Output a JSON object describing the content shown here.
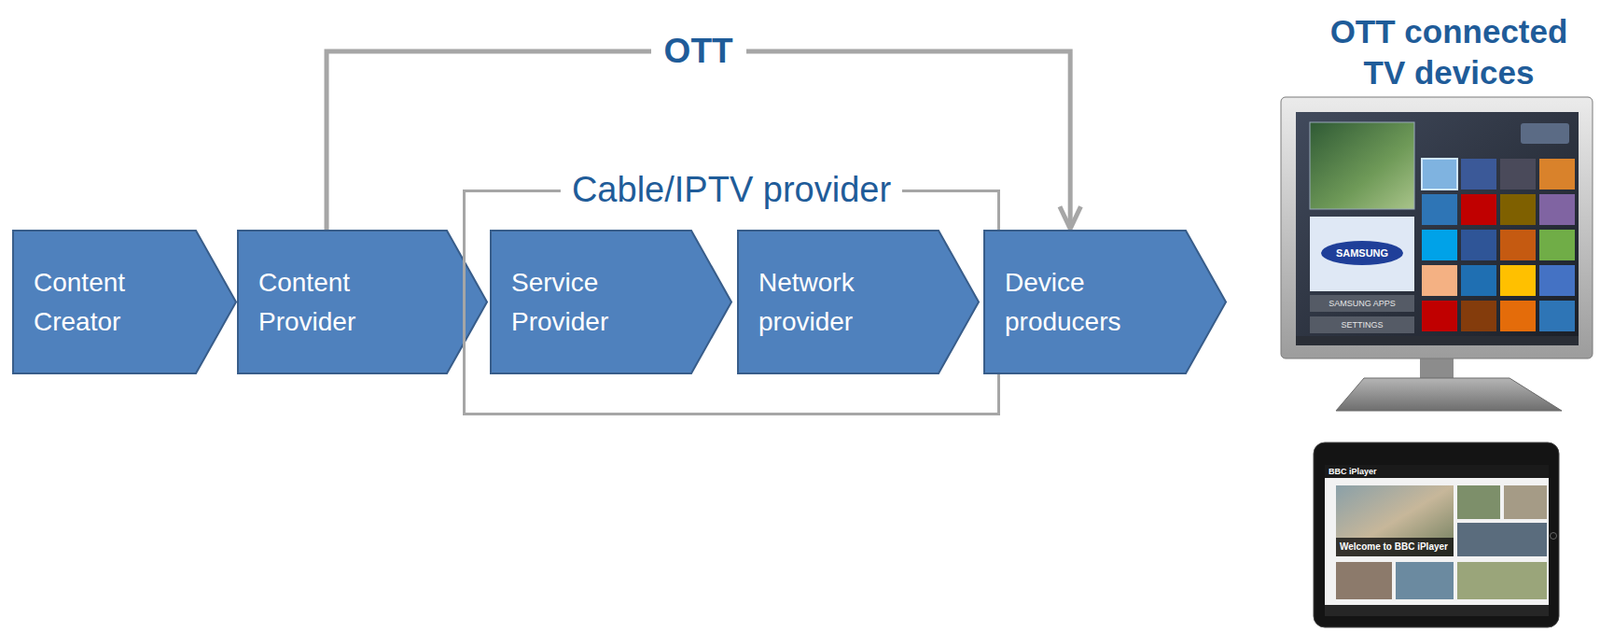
{
  "diagram": {
    "nodes": [
      {
        "text": [
          "Content Creator"
        ]
      },
      {
        "text": [
          "Content Provider"
        ]
      },
      {
        "text": [
          "Cable/IPTV provider"
        ]
      },
      {
        "text": [
          "Service Provider"
        ],
        "in": 2
      },
      {
        "text": [
          "Network provider"
        ],
        "in": 2
      },
      {
        "text": [
          "Device producers"
        ]
      }
    ],
    "edges": [
      {
        "from": 1,
        "to": 5,
        "arrow": "to",
        "label": "OTT"
      }
    ],
    "labels": [
      "OTT connected TV devices",
      "SAMSUNG",
      "SAMSUNG APPS",
      "SETTINGS",
      "BBC iPlayer",
      "Welcome to BBC iPlayer"
    ]
  }
}
